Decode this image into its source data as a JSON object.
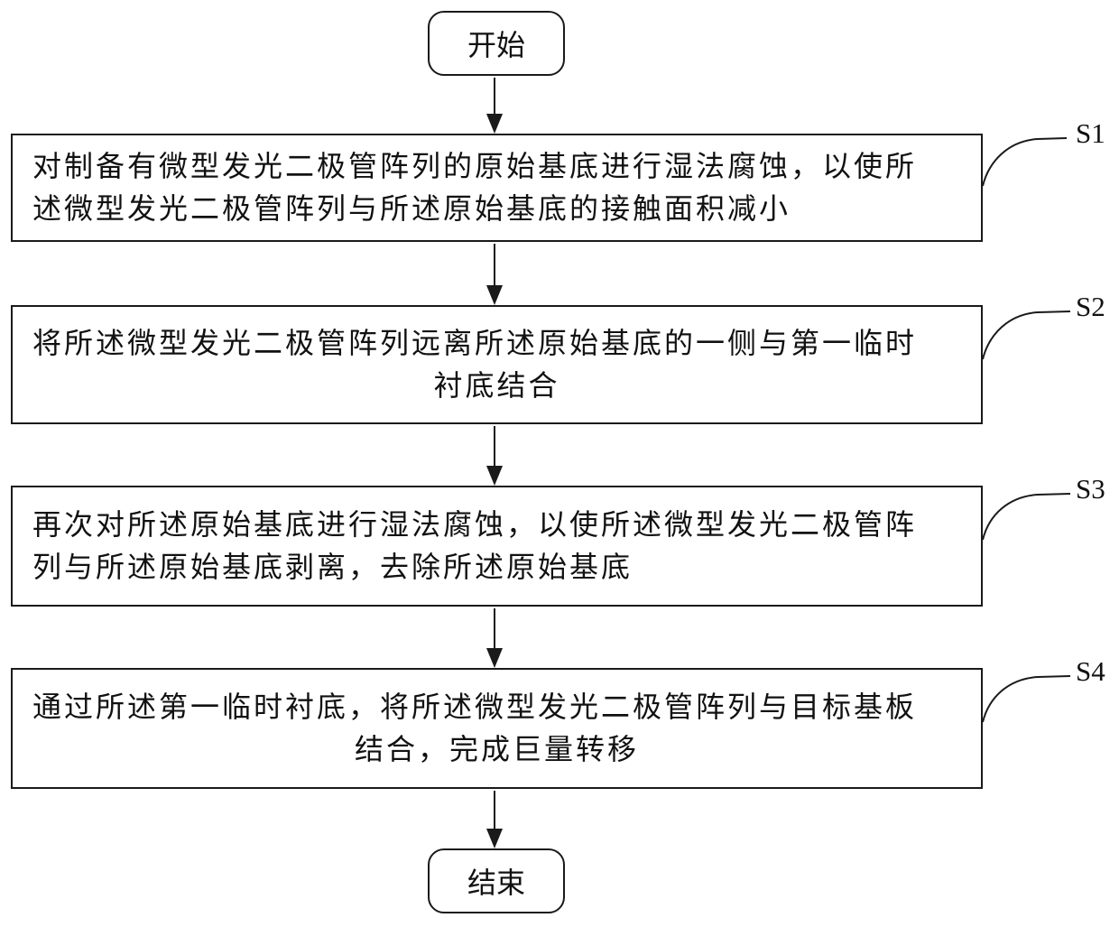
{
  "start": {
    "label": "开始"
  },
  "end": {
    "label": "结束"
  },
  "steps": [
    {
      "id": "S1",
      "lines": [
        "对制备有微型发光二极管阵列的原始基底进行湿法腐蚀，以使所",
        "述微型发光二极管阵列与所述原始基底的接触面积减小"
      ]
    },
    {
      "id": "S2",
      "lines": [
        "将所述微型发光二极管阵列远离所述原始基底的一侧与第一临时",
        "衬底结合"
      ]
    },
    {
      "id": "S3",
      "lines": [
        "再次对所述原始基底进行湿法腐蚀，以使所述微型发光二极管阵",
        "列与所述原始基底剥离，去除所述原始基底"
      ]
    },
    {
      "id": "S4",
      "lines": [
        "通过所述第一临时衬底，将所述微型发光二极管阵列与目标基板",
        "结合，完成巨量转移"
      ]
    }
  ]
}
